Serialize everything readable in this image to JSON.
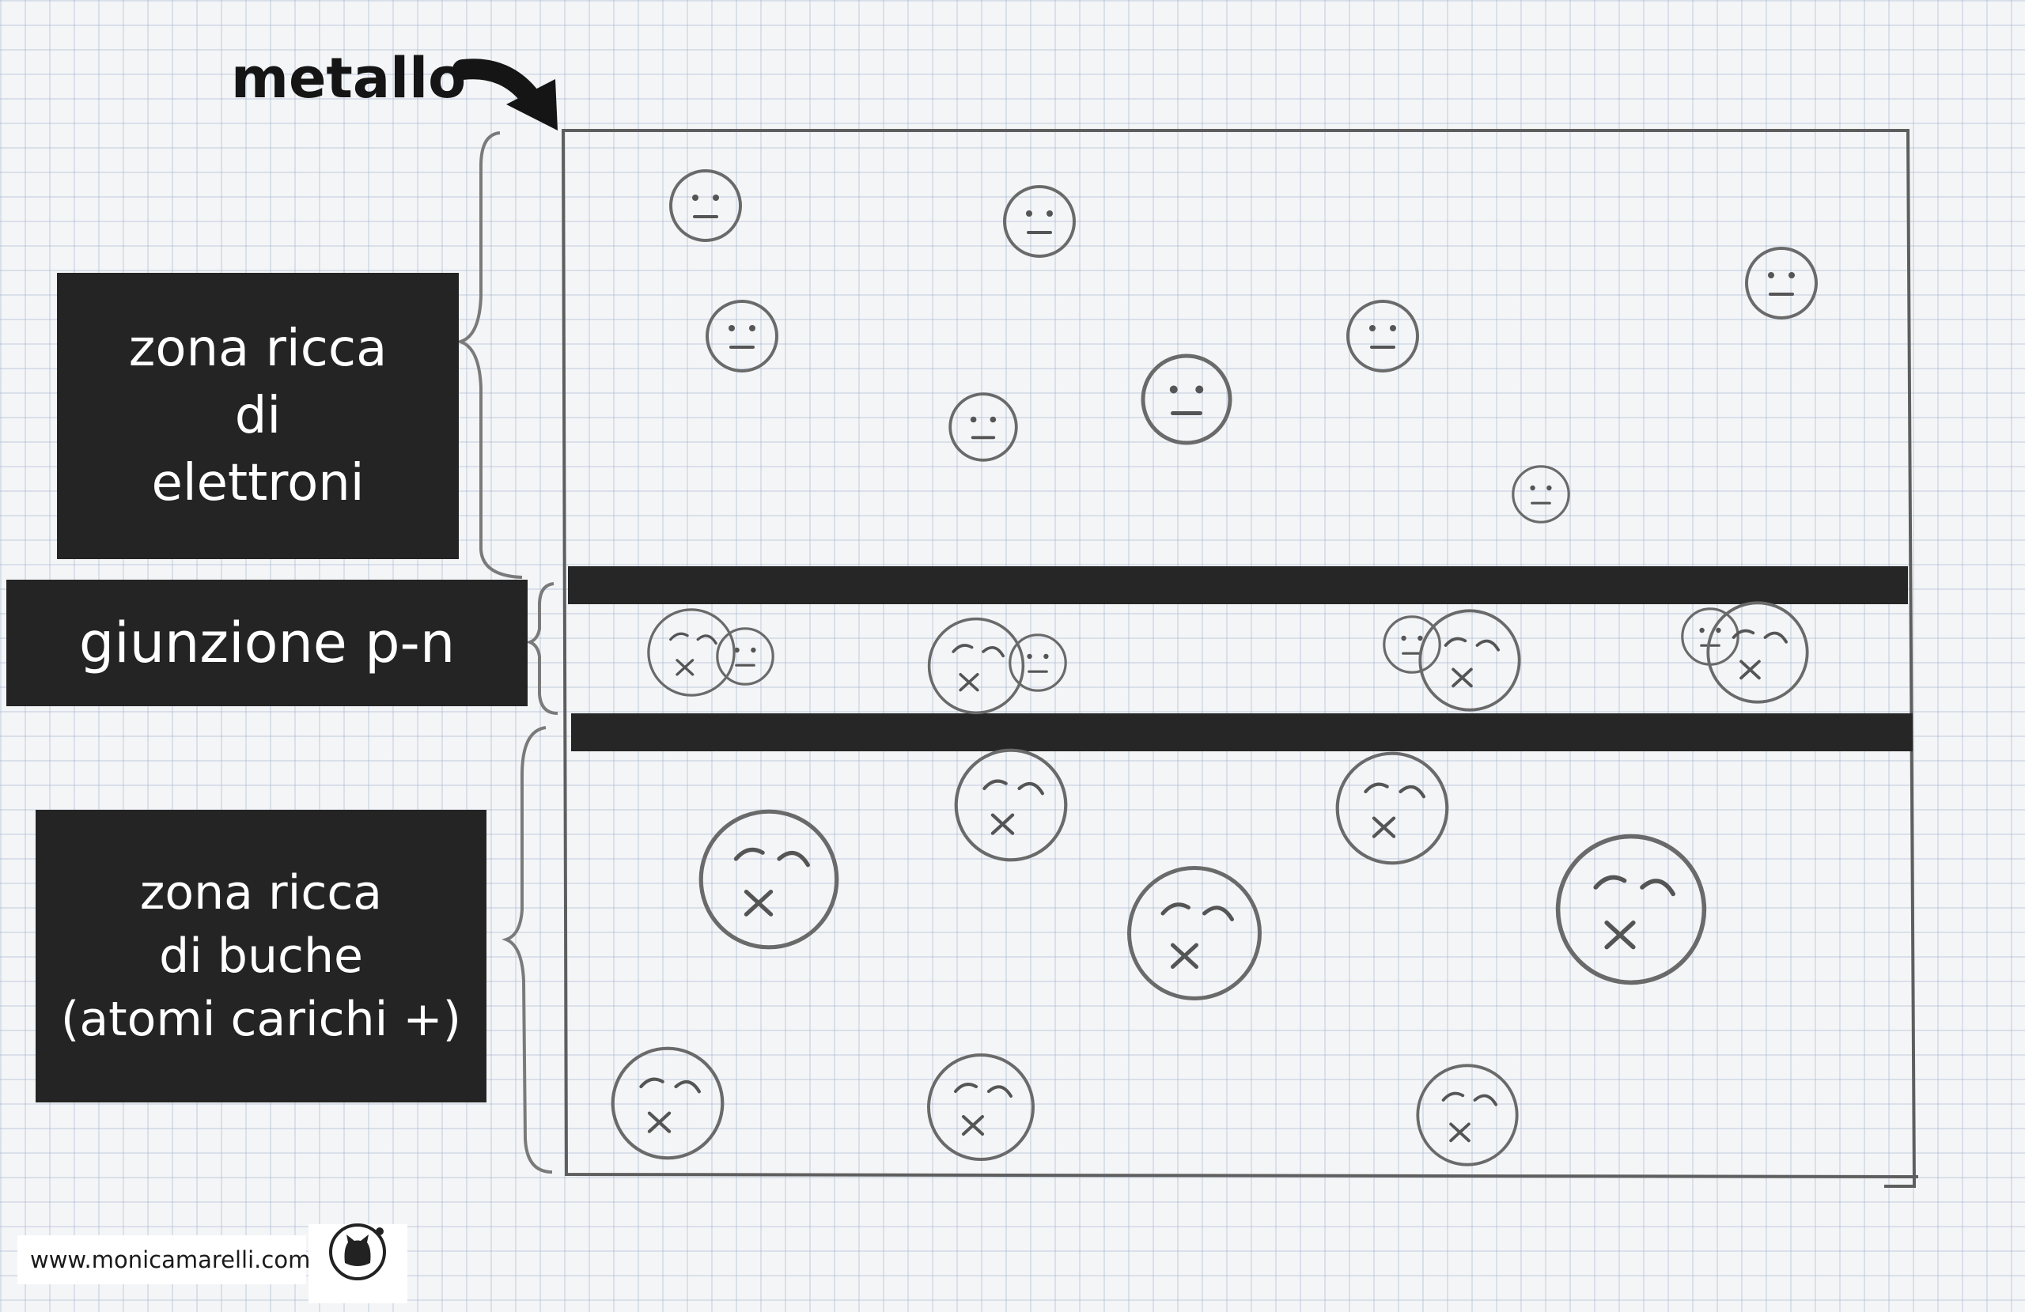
{
  "header": {
    "metallo_label": "metallo"
  },
  "labels": {
    "electron_zone": [
      "zona ricca",
      "di",
      "elettroni"
    ],
    "junction": "giunzione p-n",
    "hole_zone": [
      "zona ricca",
      "di buche",
      "(atomi carichi +)"
    ]
  },
  "footer": {
    "url": "www.monicamarelli.com",
    "logo_icon": "cat-head-icon"
  },
  "colors": {
    "label_bg": "#242424",
    "label_text": "#ffffff",
    "pencil": "#6b6b6b",
    "band": "#262626"
  },
  "icons": {
    "electron": "neutral-face-icon",
    "ion": "dizzy-face-icon",
    "arrow": "curved-arrow-icon"
  }
}
